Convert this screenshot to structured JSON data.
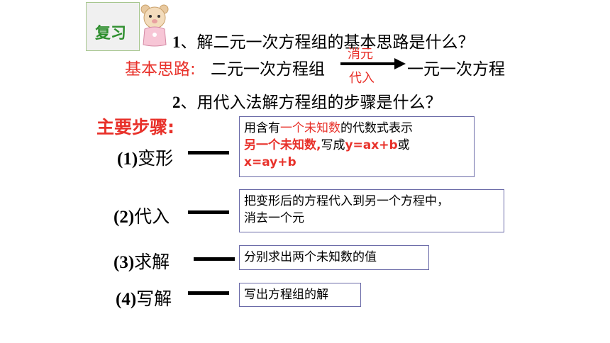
{
  "badge": {
    "label": "复习"
  },
  "question1": {
    "number": "1",
    "text": "、解二元一次方程组的基本思路是什么？"
  },
  "idea": {
    "label": "基本思路:",
    "from": "二元一次方程组",
    "arrow_top": "消元",
    "arrow_bottom": "代入",
    "to": "一元一次方程"
  },
  "question2": {
    "number": "2",
    "text": "、用代入法解方程组的步骤是什么？"
  },
  "steps_title": "主要步骤:",
  "steps": [
    {
      "num": "(1)",
      "name": "变形",
      "desc_plain_1": "用含有",
      "desc_red_1": "一个未知数",
      "desc_plain_2": "的代数式表示",
      "desc_red_2": "另一个未知数,",
      "desc_plain_3": "写成",
      "desc_red_3": "y=ax+b",
      "desc_plain_4": "或",
      "desc_red_4": "x=ay+b"
    },
    {
      "num": "(2)",
      "name": "代入",
      "desc_line1": "把变形后的方程代入到另一个方程中，",
      "desc_line2": "消去一个元"
    },
    {
      "num": "(3)",
      "name": "求解",
      "desc": "分别求出两个未知数的值"
    },
    {
      "num": "(4)",
      "name": "写解",
      "desc": "写出方程组的解"
    }
  ],
  "colors": {
    "accent_red": "#e8312a",
    "badge_green": "#2f8f2f",
    "box_border": "#6b6ba8"
  },
  "icons": {
    "mascot": "bear-mascot-icon"
  }
}
